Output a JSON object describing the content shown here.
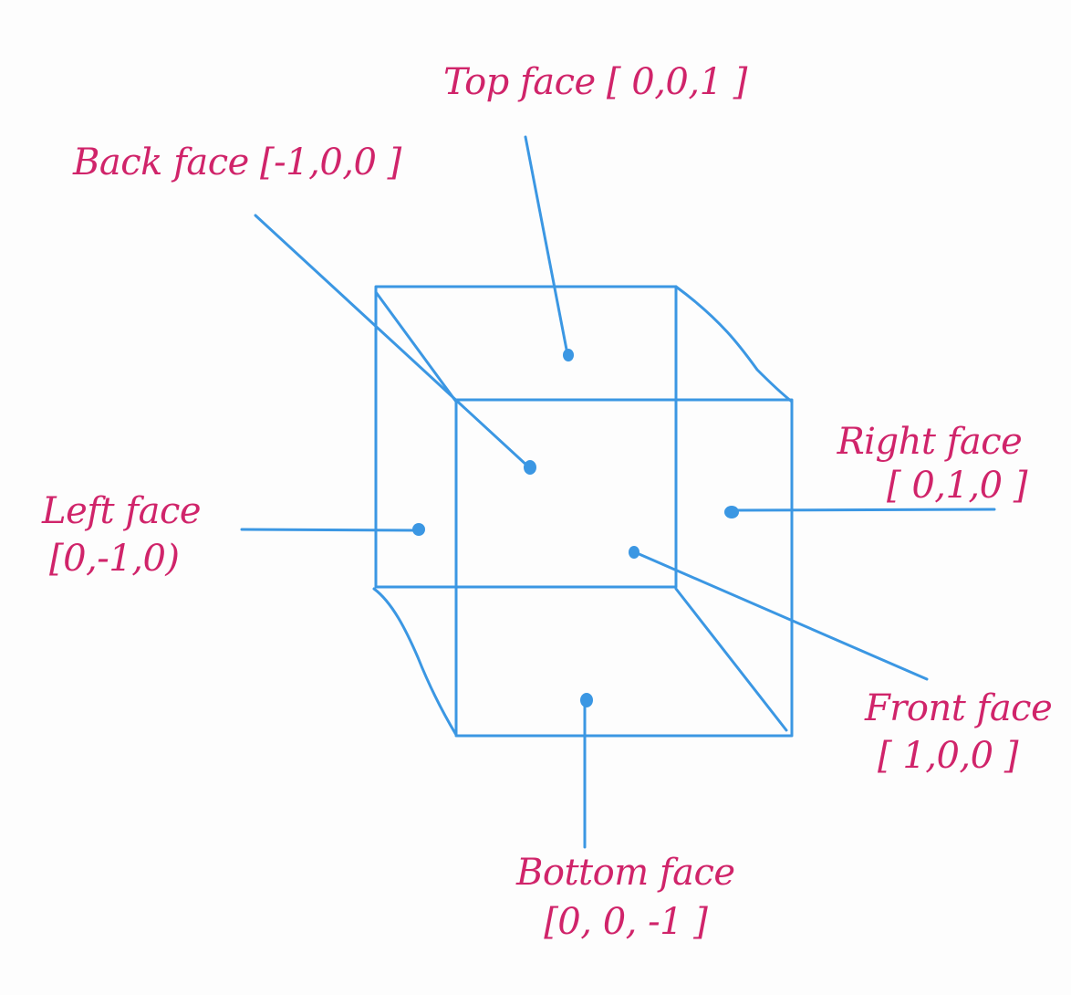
{
  "colors": {
    "line": "#3b97e3",
    "label": "#d0246a",
    "background": "#fdfdfd"
  },
  "labels": {
    "top": {
      "name": "Top face",
      "vector": "[ 0,0,1 ]"
    },
    "back": {
      "name": "Back face",
      "vector": "[-1,0,0 ]"
    },
    "right": {
      "name": "Right face",
      "vector": "[ 0,1,0 ]"
    },
    "left": {
      "name": "Left face",
      "vector": "[0,-1,0)"
    },
    "front": {
      "name": "Front face",
      "vector": "[ 1,0,0 ]"
    },
    "bottom": {
      "name": "Bottom face",
      "vector": "[0, 0, -1 ]"
    }
  }
}
